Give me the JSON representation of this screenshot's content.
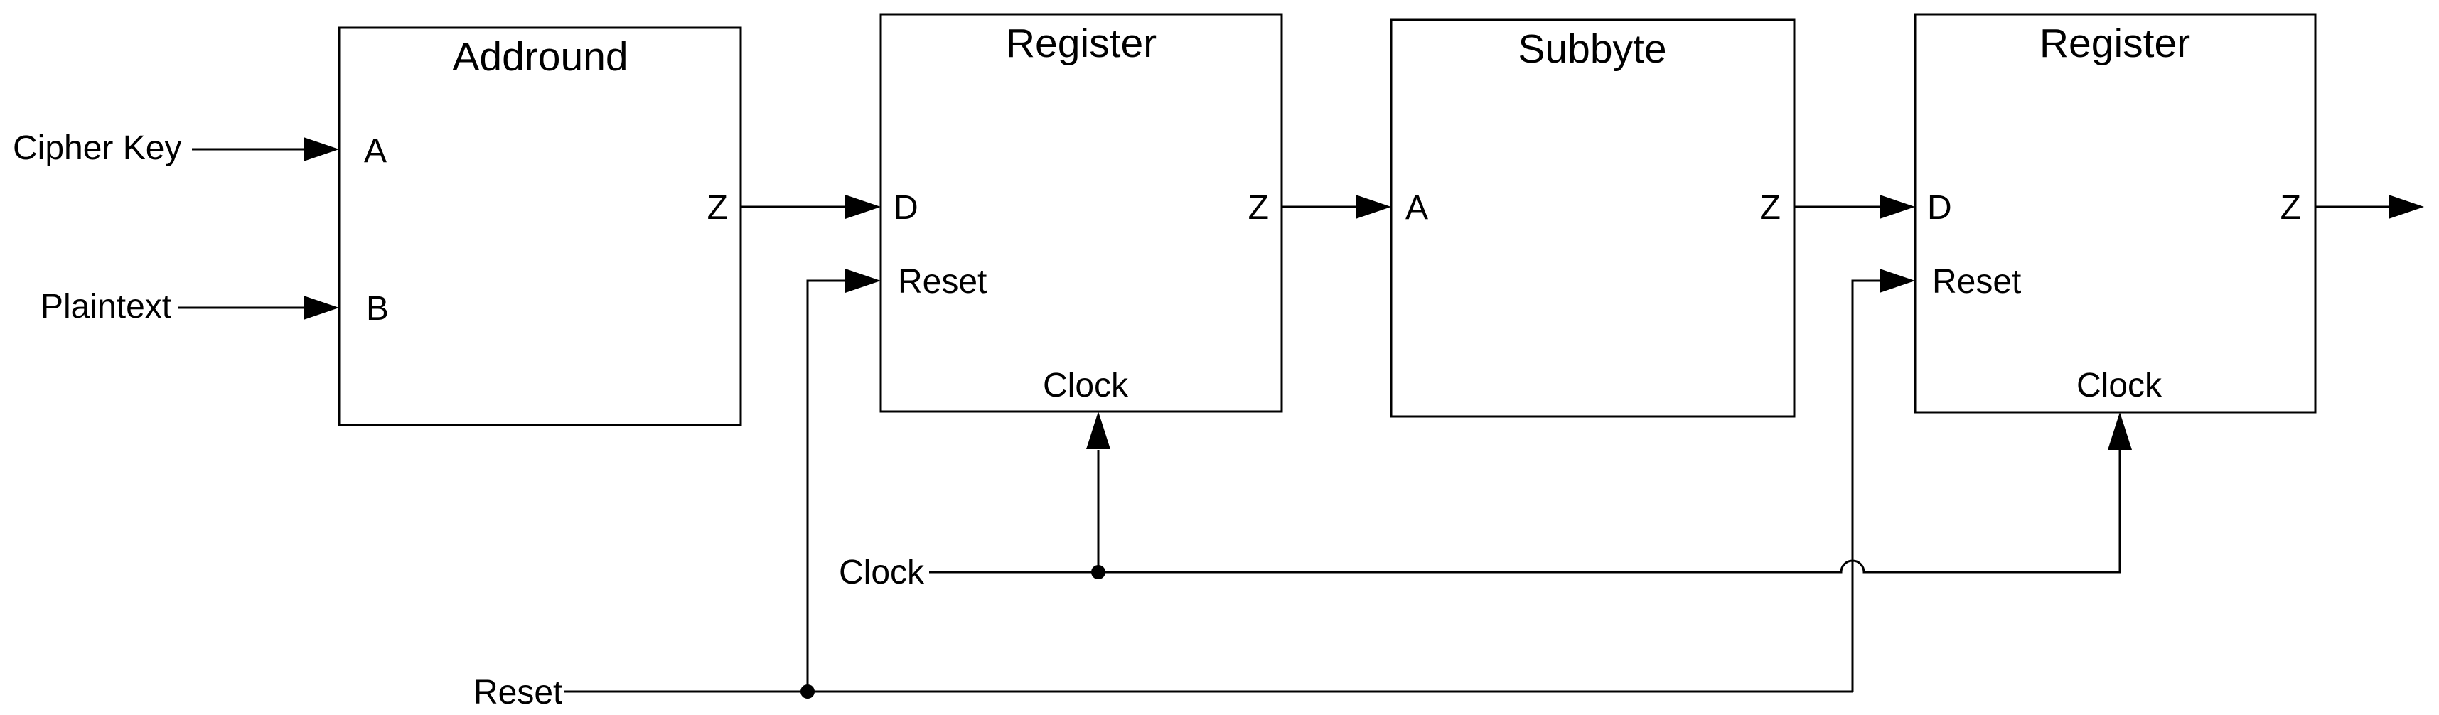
{
  "blocks": {
    "addround": {
      "title": "Addround",
      "port_a": "A",
      "port_b": "B",
      "port_z": "Z"
    },
    "register1": {
      "title": "Register",
      "port_d": "D",
      "port_reset": "Reset",
      "port_clock": "Clock",
      "port_z": "Z"
    },
    "subbyte": {
      "title": "Subbyte",
      "port_a": "A",
      "port_z": "Z"
    },
    "register2": {
      "title": "Register",
      "port_d": "D",
      "port_reset": "Reset",
      "port_clock": "Clock",
      "port_z": "Z"
    }
  },
  "signals": {
    "cipher_key": "Cipher Key",
    "plaintext": "Plaintext",
    "clock": "Clock",
    "reset": "Reset"
  },
  "colors": {
    "stroke": "#000000",
    "background": "#ffffff"
  }
}
